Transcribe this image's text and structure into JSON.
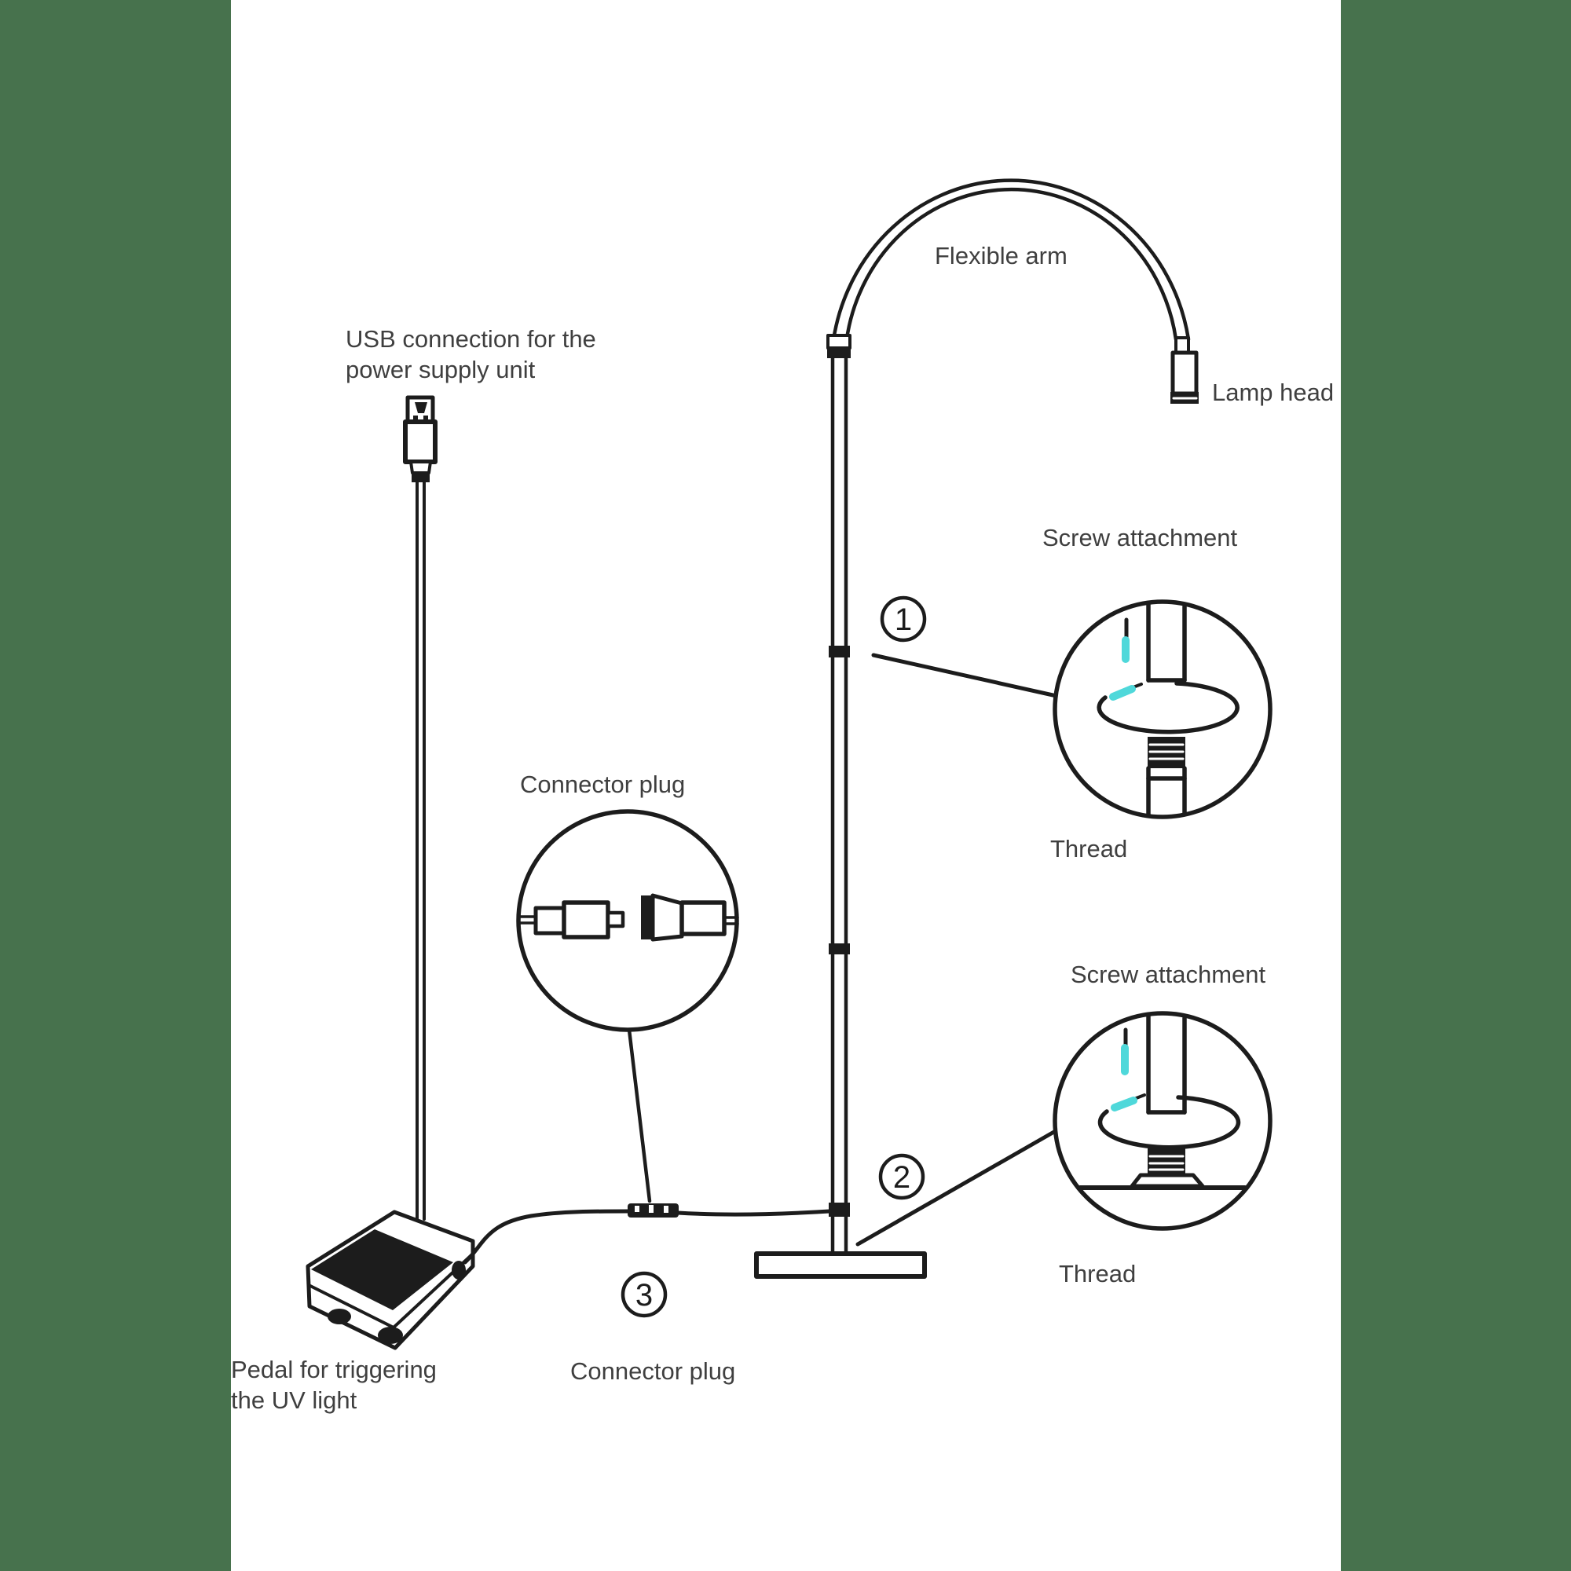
{
  "diagram": {
    "title_hint": "UV lamp assembly diagram",
    "labels": {
      "usb": {
        "line1": "USB connection for the",
        "line2": "power supply unit"
      },
      "flexible_arm": "Flexible arm",
      "lamp_head": "Lamp head",
      "screw_attachment_top": "Screw attachment",
      "thread_top": "Thread",
      "connector_plug_inset": "Connector plug",
      "screw_attachment_bottom": "Screw attachment",
      "thread_bottom": "Thread",
      "connector_plug_inline": "Connector plug",
      "pedal": {
        "line1": "Pedal for triggering",
        "line2": "the UV light"
      }
    },
    "callouts": {
      "one": "1",
      "two": "2",
      "three": "3"
    },
    "colors": {
      "line": "#1c1c1c",
      "text": "#3f3f3f",
      "highlight": "#4fd8da",
      "sidebar_green": "#47724d",
      "background": "#ffffff"
    }
  }
}
